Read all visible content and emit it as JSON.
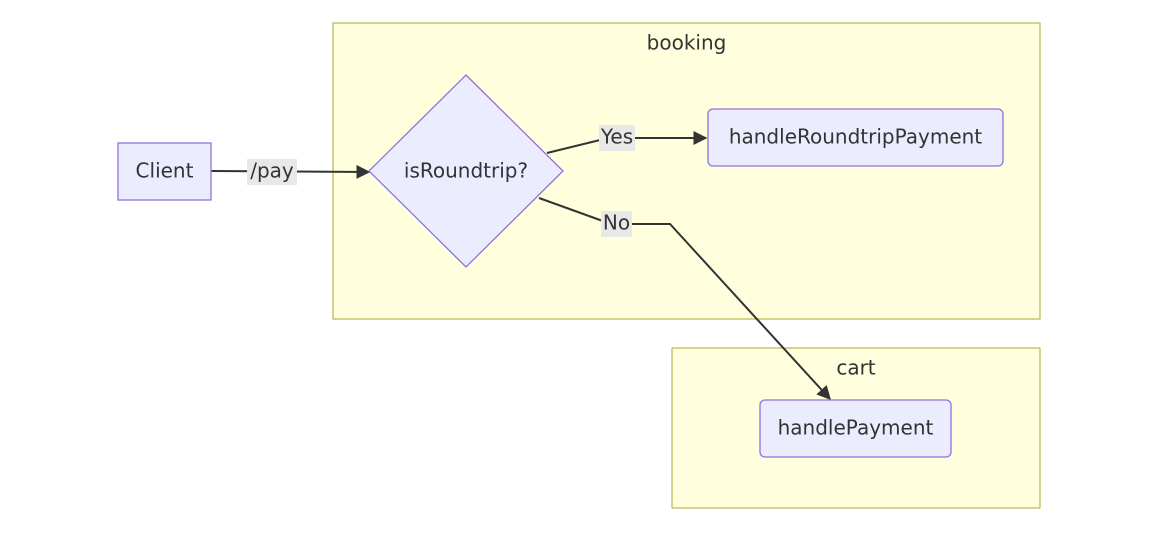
{
  "clusters": {
    "booking": {
      "label": "booking"
    },
    "cart": {
      "label": "cart"
    }
  },
  "nodes": {
    "client": {
      "label": "Client"
    },
    "is_roundtrip": {
      "label": "isRoundtrip?"
    },
    "handle_roundtrip_payment": {
      "label": "handleRoundtripPayment"
    },
    "handle_payment": {
      "label": "handlePayment"
    }
  },
  "edges": {
    "client_to_decision": {
      "label": "/pay"
    },
    "decision_yes": {
      "label": "Yes"
    },
    "decision_no": {
      "label": "No"
    }
  },
  "colors": {
    "cluster_fill": "#ffffde",
    "cluster_stroke": "#aaaa33",
    "node_fill": "#ececff",
    "node_stroke": "#9370db",
    "edge": "#333333",
    "edge_label_bg": "#e8e8e8"
  }
}
